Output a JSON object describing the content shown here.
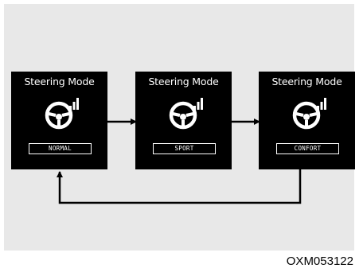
{
  "diagram": {
    "panels": [
      {
        "title": "Steering Mode",
        "mode": "NORMAL"
      },
      {
        "title": "Steering Mode",
        "mode": "SPORT"
      },
      {
        "title": "Steering Mode",
        "mode": "CONFORT"
      }
    ]
  },
  "caption": "OXM053122",
  "colors": {
    "background": "#e8e8e8",
    "panel": "#000000",
    "text": "#ffffff",
    "arrow": "#000000"
  }
}
